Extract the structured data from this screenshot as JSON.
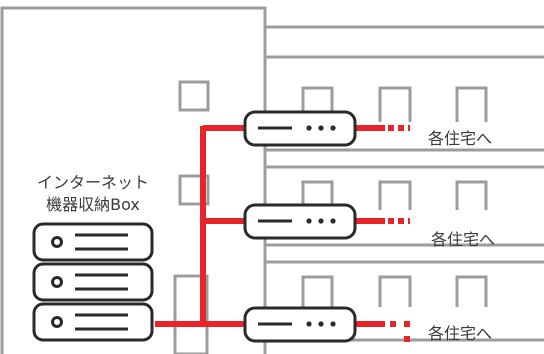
{
  "diagram": {
    "storage_label_line1": "インターネット",
    "storage_label_line2": "機器収納Box",
    "destination_labels": [
      "各住宅へ",
      "各住宅へ",
      "各住宅へ"
    ]
  },
  "colors": {
    "building_stroke": "#9c9c9c",
    "cable_red": "#e8242a",
    "device_stroke": "#2a2a2a",
    "text": "#3a3a3a"
  },
  "icons": [
    "router-icon",
    "server-rack-icon",
    "window-icon"
  ]
}
